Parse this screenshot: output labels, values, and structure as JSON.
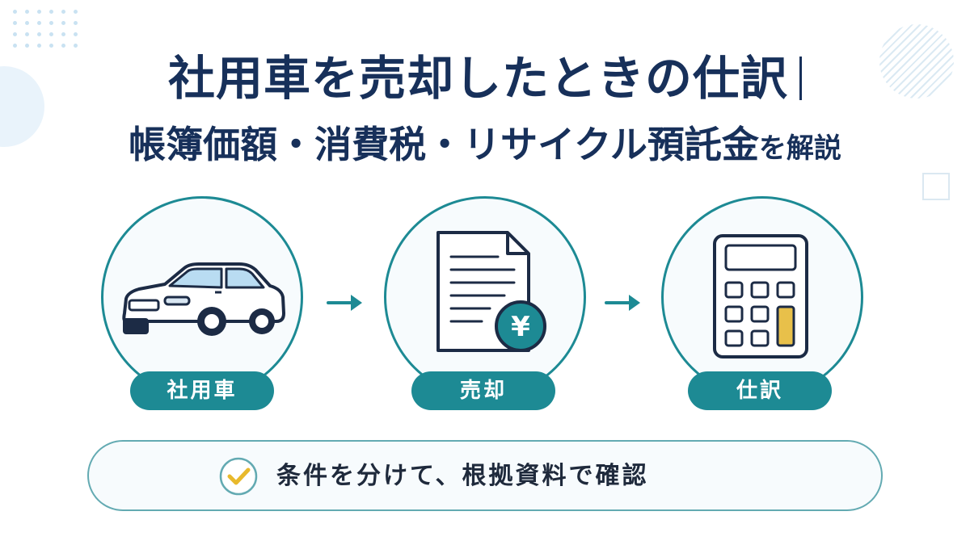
{
  "header": {
    "title_line1": "社用車を売却したときの仕訳",
    "title_line2_main": "帳簿価額・消費税・リサイクル預託金",
    "title_line2_suffix": "を解説"
  },
  "flow": {
    "steps": [
      {
        "label": "社用車",
        "icon": "car-icon"
      },
      {
        "label": "売却",
        "icon": "document-yen-icon"
      },
      {
        "label": "仕訳",
        "icon": "calculator-icon"
      }
    ],
    "arrow_icon": "arrow-right-icon"
  },
  "yen_symbol": "¥",
  "note": {
    "icon": "checkmark-icon",
    "text": "条件を分けて、根拠資料で確認"
  },
  "colors": {
    "title": "#17305a",
    "teal": "#1d8a94",
    "check": "#e8b92c",
    "calc_key_highlight": "#e8c04a"
  }
}
